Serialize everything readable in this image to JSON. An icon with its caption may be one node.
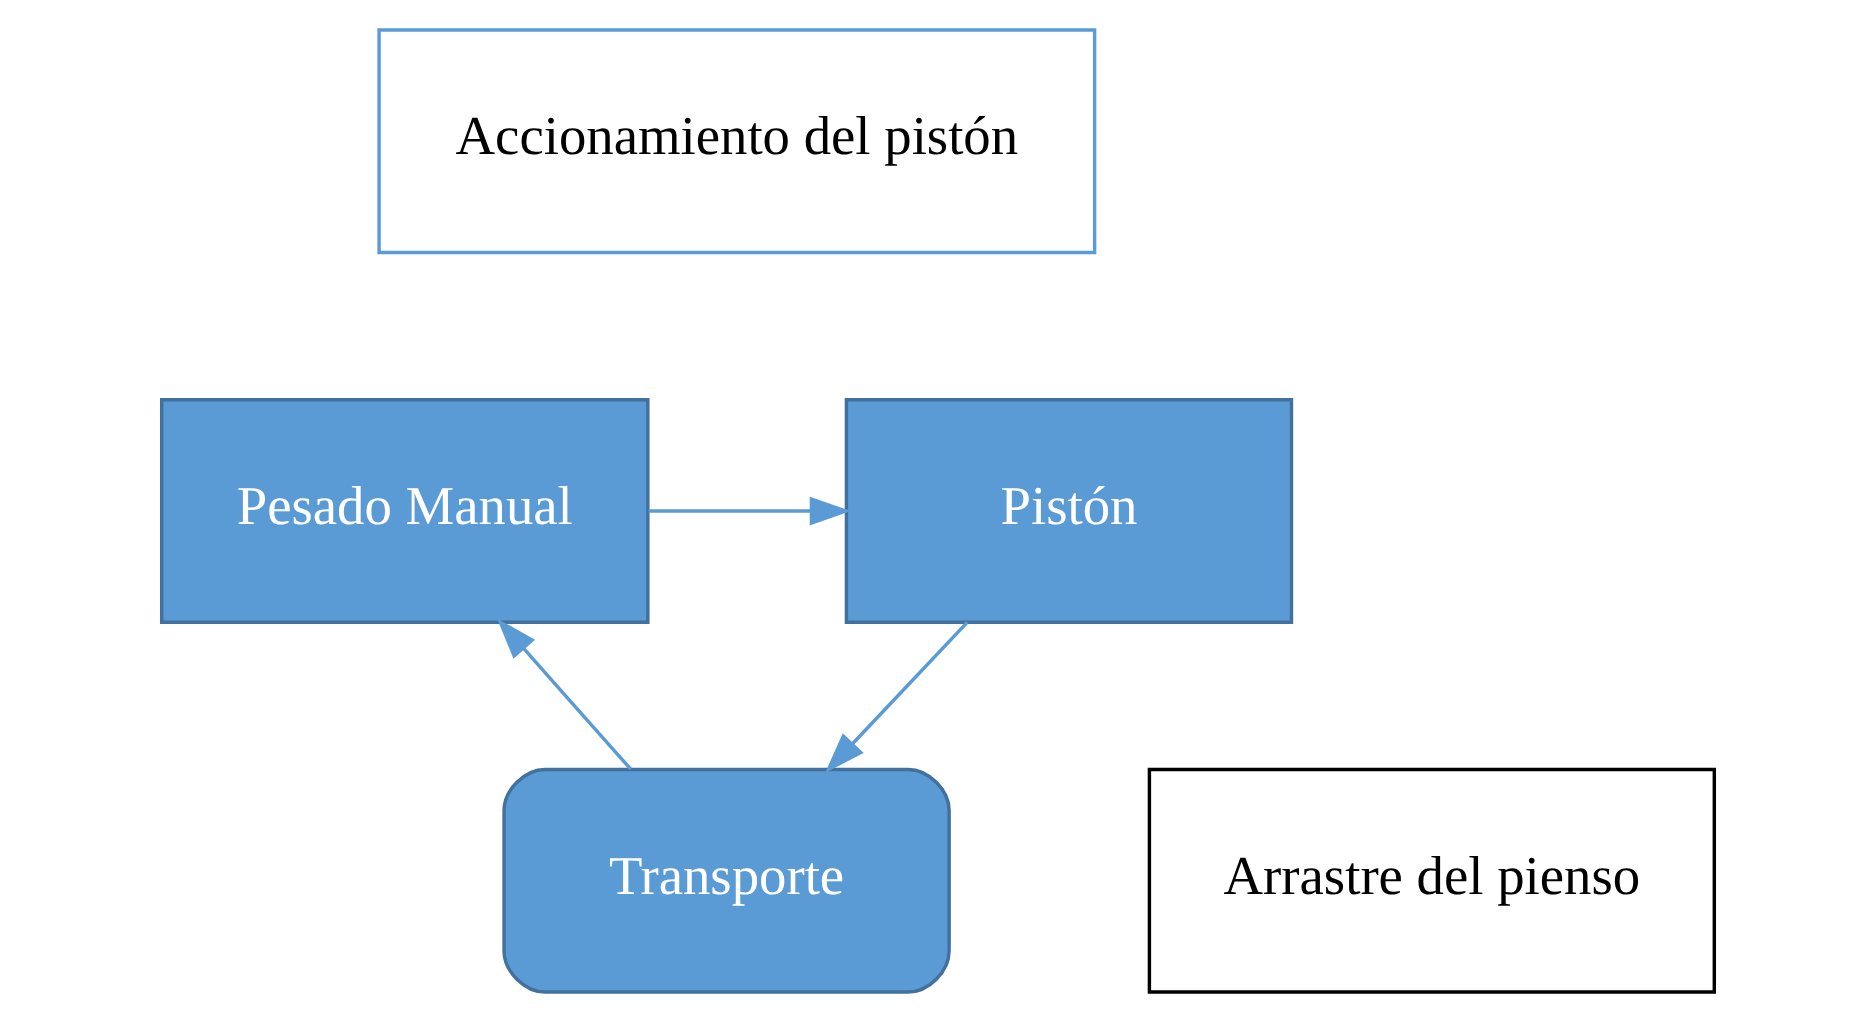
{
  "diagram": {
    "nodes": [
      {
        "text": [
          "Pesado Manual"
        ]
      },
      {
        "text": [
          "Accionamiento del pistón"
        ]
      },
      {
        "text": [
          "Pistón"
        ]
      },
      {
        "text": [
          "Arrastre del pienso"
        ]
      },
      {
        "text": [
          "Transporte"
        ]
      }
    ],
    "edges": [
      {
        "from": 0,
        "to": 2,
        "arrow": "to"
      },
      {
        "from": 2,
        "to": 4,
        "arrow": "to"
      },
      {
        "from": 4,
        "to": 0,
        "arrow": "to"
      }
    ]
  }
}
